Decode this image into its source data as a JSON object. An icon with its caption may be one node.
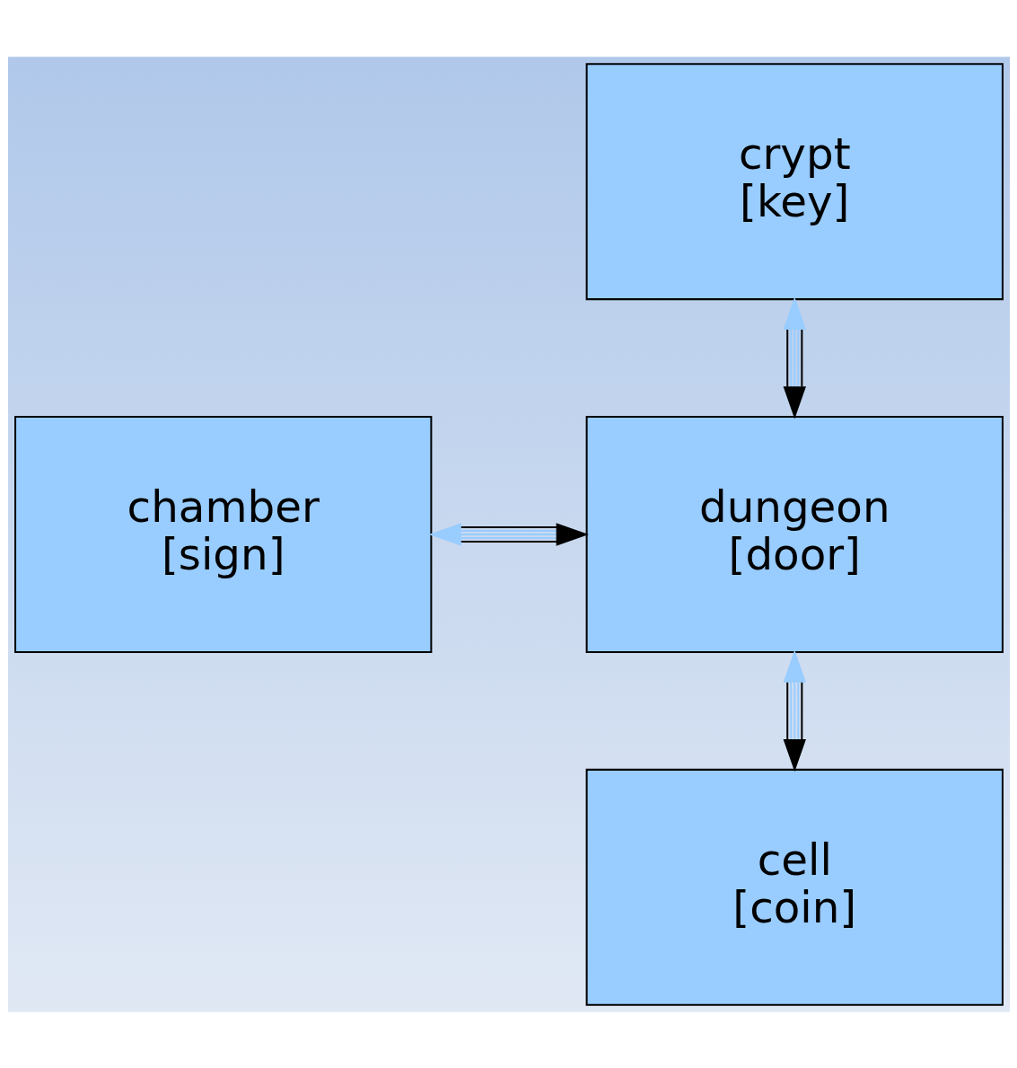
{
  "diagram": {
    "nodes": [
      {
        "text": [
          "crypt",
          "[key]"
        ]
      },
      {
        "text": [
          "chamber",
          "[sign]"
        ]
      },
      {
        "text": [
          "dungeon",
          "[door]"
        ]
      },
      {
        "text": [
          "cell",
          "[coin]"
        ]
      }
    ],
    "edges": [
      {
        "from": 0,
        "to": 2,
        "arrow": "both"
      },
      {
        "from": 1,
        "to": 2,
        "arrow": "both"
      },
      {
        "from": 2,
        "to": 3,
        "arrow": "both"
      }
    ]
  }
}
